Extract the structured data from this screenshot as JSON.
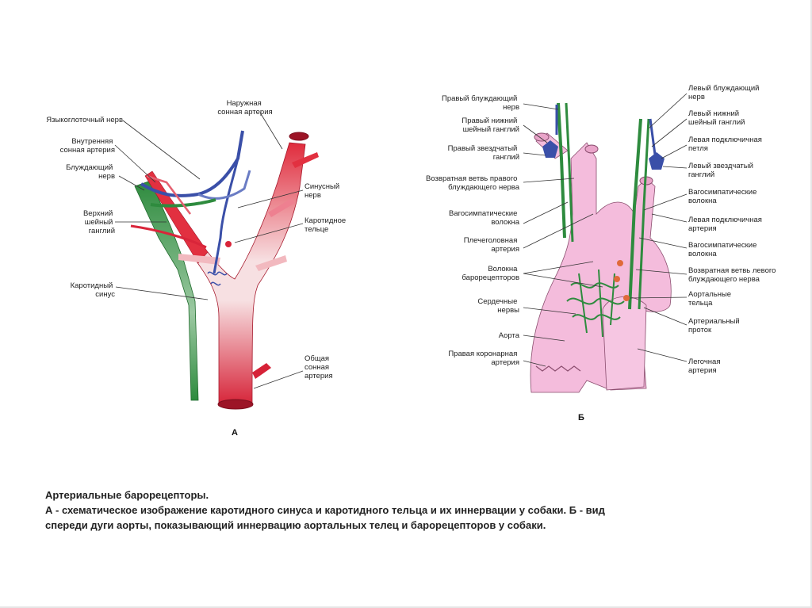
{
  "panel_a": {
    "letter": "А",
    "labels": {
      "external_carotid": [
        "Наружная",
        "сонная артерия"
      ],
      "glossopharyngeal": [
        "Языкоглоточный нерв"
      ],
      "internal_carotid": [
        "Внутренняя",
        "сонная артерия"
      ],
      "vagus": [
        "Блуждающий",
        "нерв"
      ],
      "sinus_nerve": [
        "Синусный",
        "нерв"
      ],
      "upper_ganglion": [
        "Верхний",
        "шейный",
        "ганглий"
      ],
      "carotid_body": [
        "Каротидное",
        "тельце"
      ],
      "carotid_sinus": [
        "Каротидный",
        "синус"
      ],
      "common_carotid": [
        "Общая",
        "сонная",
        "артерия"
      ]
    }
  },
  "panel_b": {
    "letter": "Б",
    "labels_left": {
      "right_vagus": [
        "Правый блуждающий",
        "нерв"
      ],
      "right_lower_ganglion": [
        "Правый нижний",
        "шейный ганглий"
      ],
      "right_stellate": [
        "Правый звездчатый",
        "ганглий"
      ],
      "right_recurrent": [
        "Возвратная ветвь правого",
        "блуждающего нерва"
      ],
      "vagosympathetic_left": [
        "Вагосимпатические",
        "волокна"
      ],
      "brachiocephalic": [
        "Плечеголовная",
        "артерия"
      ],
      "baroreceptor_fibers": [
        "Волокна",
        "барорецепторов"
      ],
      "cardiac_nerves": [
        "Сердечные",
        "нервы"
      ],
      "aorta": [
        "Аорта"
      ],
      "right_coronary": [
        "Правая коронарная",
        "артерия"
      ]
    },
    "labels_right": {
      "left_vagus": [
        "Левый блуждающий",
        "нерв"
      ],
      "left_lower_ganglion": [
        "Левый нижний",
        "шейный ганглий"
      ],
      "subclavian_loop": [
        "Левая подключичная",
        "петля"
      ],
      "left_stellate": [
        "Левый звездчатый",
        "ганглий"
      ],
      "vagosympathetic_right": [
        "Вагосимпатические",
        "волокна"
      ],
      "left_subclavian": [
        "Левая подключичная",
        "артерия"
      ],
      "vagosympathetic_right2": [
        "Вагосимпатические",
        "волокна"
      ],
      "left_recurrent": [
        "Возвратная ветвь левого",
        "блуждающего нерва"
      ],
      "aortic_bodies": [
        "Аортальные",
        "тельца"
      ],
      "arterial_duct": [
        "Артериальный",
        "проток"
      ],
      "pulmonary": [
        "Легочная",
        "артерия"
      ]
    }
  },
  "caption": {
    "title": "Артериальные барорецепторы.",
    "line1": "А - схематическое изображение каротидного синуса и каротидного тельца и их иннервации у собаки. Б - вид",
    "line2": "спереди дуги аорты, показывающий иннервацию аортальных телец и барорецепторов у собаки."
  },
  "colors": {
    "artery_red": "#d9253a",
    "artery_light": "#f6d4d6",
    "vein_blue": "#3a4fa8",
    "nerve_green": "#2e8b3e",
    "vessel_pink": "#f0b8d6"
  }
}
